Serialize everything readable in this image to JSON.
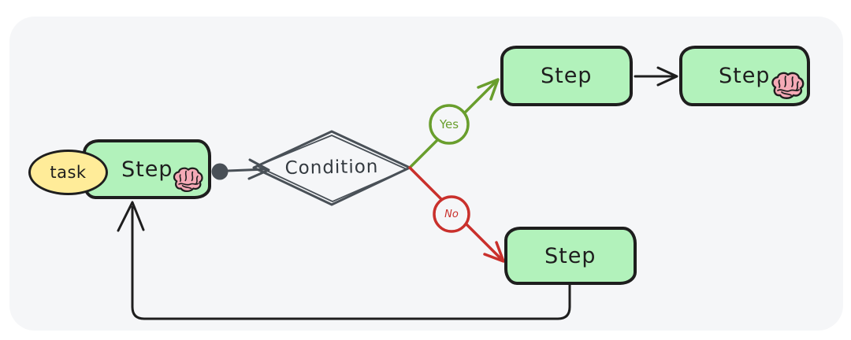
{
  "diagram": {
    "task_label": "task",
    "main_step_label": "Step",
    "condition_label": "Condition",
    "yes_label": "Yes",
    "no_label": "No",
    "top_step_1_label": "Step",
    "top_step_2_label": "Step",
    "bottom_step_label": "Step"
  },
  "icons": {
    "brain": "brain-icon"
  },
  "colors": {
    "page_bg": "#ffffff",
    "panel_bg": "#f5f6f8",
    "node_fill": "#b2f2bb",
    "task_fill": "#ffec99",
    "ink": "#1e1e1e",
    "gray": "#495057",
    "green": "#699e2d",
    "red": "#c9302c",
    "brain_pink": "#f5aab6",
    "condition_text": "#343a40"
  }
}
